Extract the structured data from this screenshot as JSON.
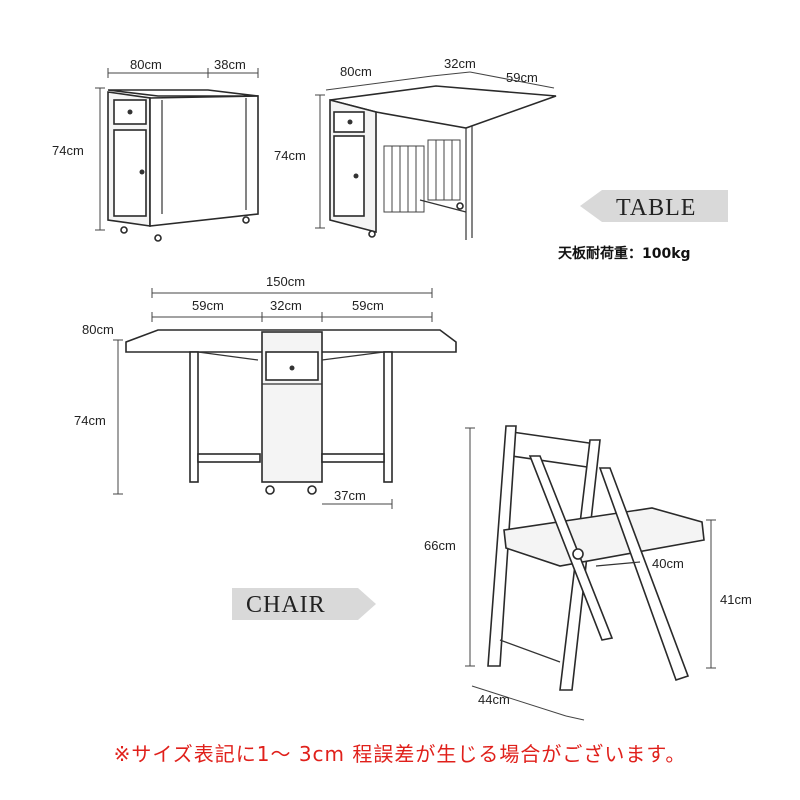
{
  "folded_view": {
    "width_label": "80cm",
    "depth_label": "38cm",
    "height_label": "74cm"
  },
  "open_one_side_view": {
    "width_label": "80cm",
    "middle_label": "32cm",
    "leaf_label": "59cm",
    "height_label": "74cm"
  },
  "table_tag": "TABLE",
  "load_capacity": "天板耐荷重：100kg",
  "full_open_view": {
    "total_label": "150cm",
    "leaf_left_label": "59cm",
    "middle_label": "32cm",
    "leaf_right_label": "59cm",
    "depth_label": "80cm",
    "height_label": "74cm",
    "cabinet_label": "37cm"
  },
  "chair_tag": "CHAIR",
  "chair": {
    "height_label": "66cm",
    "seat_depth_label": "40cm",
    "seat_height_label": "41cm",
    "width_label": "44cm"
  },
  "note": "※サイズ表記に1～ 3cm 程誤差が生じる場合がございます。",
  "colors": {
    "note": "#e0201b",
    "tag_bg": "#d9d9d9",
    "line": "#333333"
  }
}
